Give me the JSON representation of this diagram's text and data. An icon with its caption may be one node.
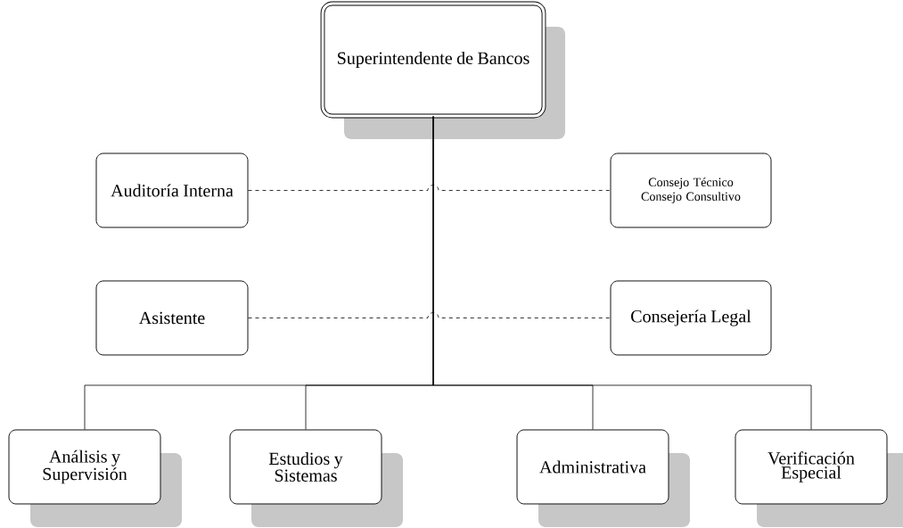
{
  "diagram": {
    "nodes": [
      {
        "text": [
          "Superintendente de Bancos"
        ]
      },
      {
        "text": [
          "Auditoría Interna"
        ]
      },
      {
        "text": [
          "Consejo Técnico",
          "Consejo Consultivo"
        ]
      },
      {
        "text": [
          "Asistente"
        ]
      },
      {
        "text": [
          "Consejería Legal"
        ]
      },
      {
        "text": [
          "Análisis y Supervisión"
        ]
      },
      {
        "text": [
          "Estudios y Sistemas"
        ]
      },
      {
        "text": [
          "Administrativa"
        ]
      },
      {
        "text": [
          "Verificación Especial"
        ]
      }
    ],
    "edges": [
      {
        "from": 0,
        "to": 5,
        "arrow": "none"
      },
      {
        "from": 0,
        "to": 6,
        "arrow": "none"
      },
      {
        "from": 0,
        "to": 7,
        "arrow": "none"
      },
      {
        "from": 0,
        "to": 8,
        "arrow": "none"
      },
      {
        "from": 1,
        "to": 2,
        "arrow": "none",
        "style": "dashed"
      },
      {
        "from": 3,
        "to": 4,
        "arrow": "none",
        "style": "dashed"
      }
    ]
  }
}
